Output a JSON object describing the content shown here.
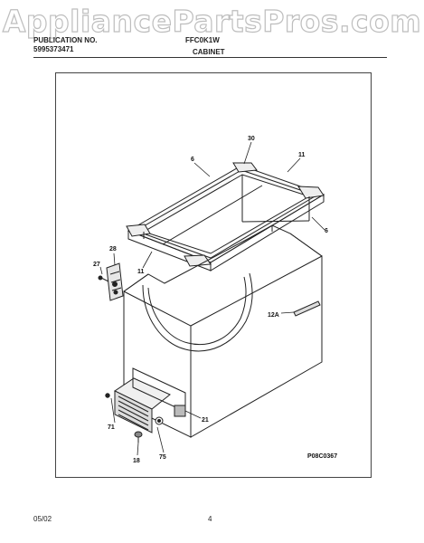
{
  "watermark": "AppliancePartsPros.com",
  "header": {
    "publication_label": "PUBLICATION NO.",
    "publication_number": "5995373471",
    "model": "FFC0K1W",
    "section_title": "CABINET"
  },
  "diagram": {
    "figure_code": "P08C0367",
    "callouts": [
      "30",
      "6",
      "11",
      "6",
      "28",
      "27",
      "11",
      "12A",
      "71",
      "21",
      "18",
      "75"
    ]
  },
  "footer": {
    "date": "05/02",
    "page": "4"
  }
}
